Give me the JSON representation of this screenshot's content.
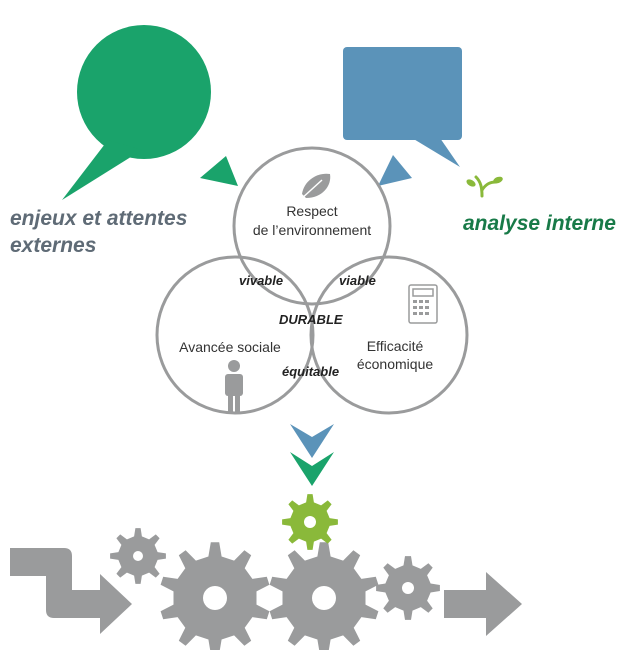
{
  "colors": {
    "green": "#1aa36b",
    "dark_green": "#187a48",
    "blue": "#5b93b9",
    "gray": "#9a9b9c",
    "slate": "#5f6b76",
    "lime": "#8ab93a"
  },
  "external": {
    "line1": "enjeux et attentes",
    "line2": "externes"
  },
  "internal": {
    "label": "analyse interne"
  },
  "circles": {
    "environment": {
      "line1": "Respect",
      "line2": "de l’environnement",
      "icon": "leaf-icon"
    },
    "social": {
      "label": "Avancée sociale",
      "icon": "person-icon"
    },
    "economic": {
      "line1": "Efficacité",
      "line2": "économique",
      "icon": "calculator-icon"
    }
  },
  "overlaps": {
    "env_social": "vivable",
    "env_economic": "viable",
    "social_economic": "équitable",
    "center": "DURABLE"
  },
  "process": {
    "icons": [
      "arrow-input-icon",
      "gear-icon",
      "gear-icon",
      "gear-icon",
      "gear-icon",
      "gear-icon",
      "arrow-output-icon"
    ]
  }
}
